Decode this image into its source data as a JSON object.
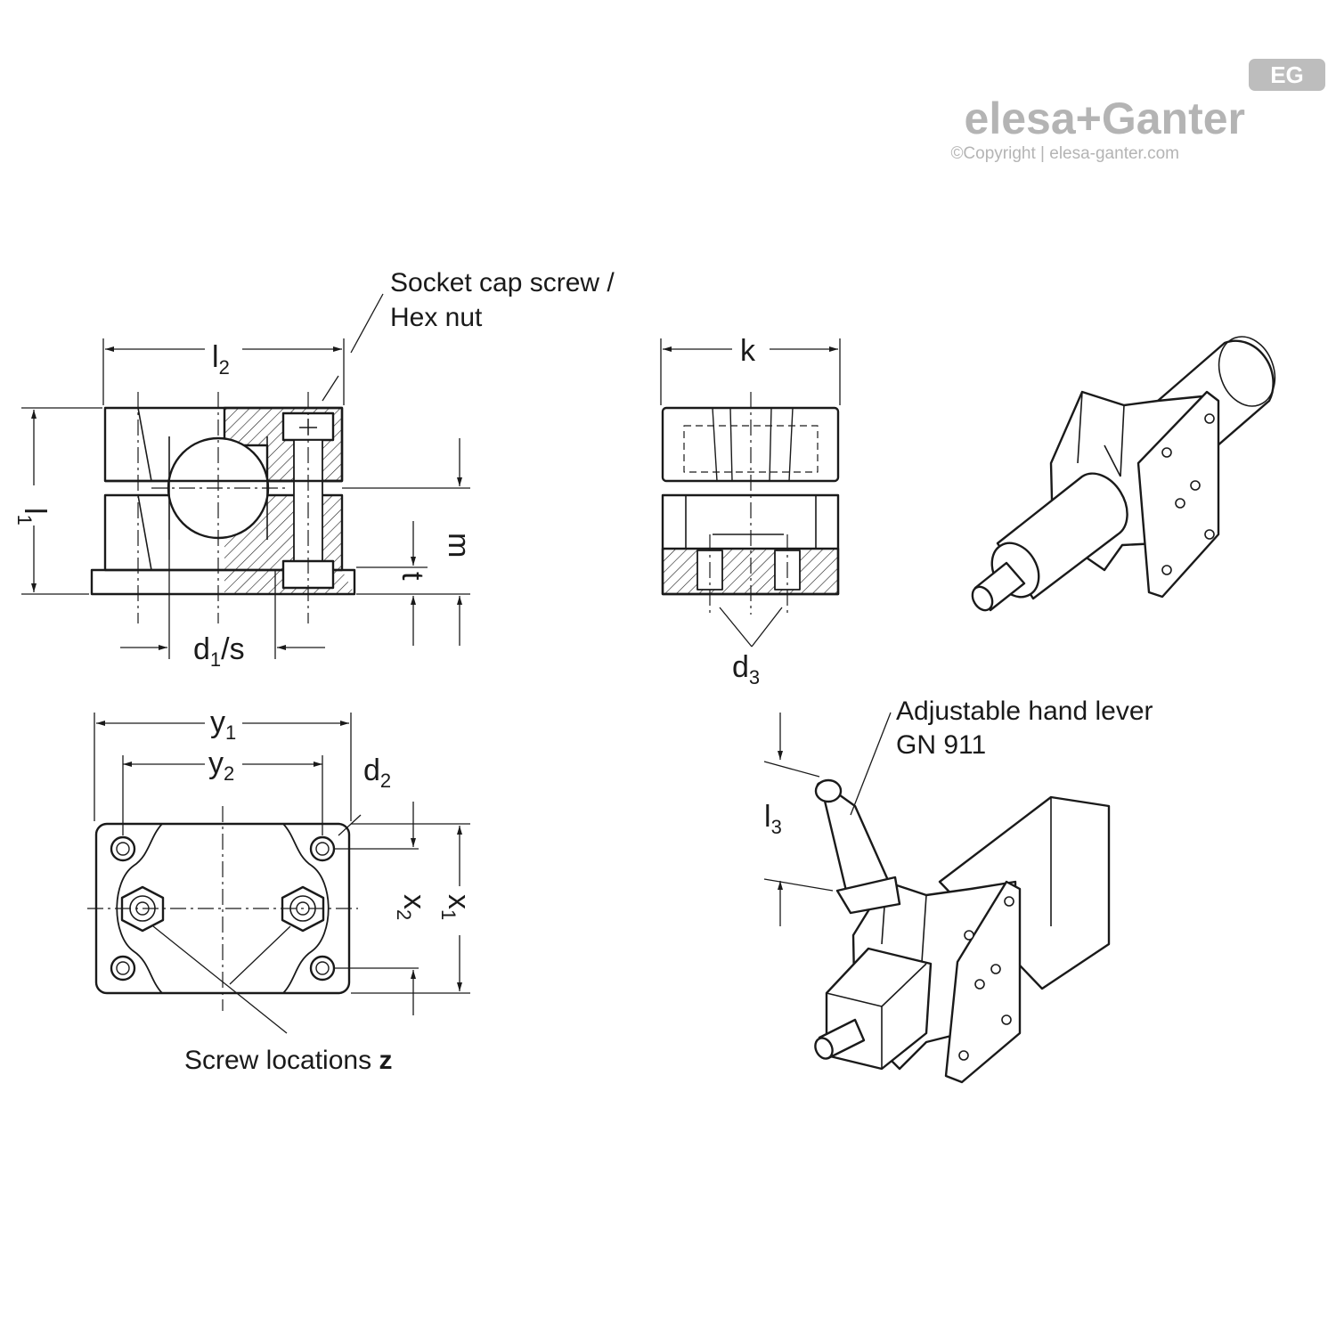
{
  "brand": {
    "name": "elesa+Ganter",
    "badge": "EG",
    "copyright": "©Copyright | elesa-ganter.com"
  },
  "callouts": {
    "screw": "Socket cap screw /",
    "screw_2": "Hex nut",
    "lever": "Adjustable hand lever",
    "lever_2": "GN 911",
    "screw_locations": "Screw locations",
    "screw_locations_var": "z"
  },
  "dimensions": {
    "l2": {
      "base": "l",
      "sub": "2"
    },
    "l1": {
      "base": "l",
      "sub": "1"
    },
    "m": {
      "base": "m",
      "sub": ""
    },
    "t": {
      "base": "t",
      "sub": ""
    },
    "d1s": {
      "base": "d",
      "sub": "1",
      "suffix": "/s"
    },
    "k": {
      "base": "k",
      "sub": ""
    },
    "d3": {
      "base": "d",
      "sub": "3"
    },
    "y1": {
      "base": "y",
      "sub": "1"
    },
    "y2": {
      "base": "y",
      "sub": "2"
    },
    "d2": {
      "base": "d",
      "sub": "2"
    },
    "x2": {
      "base": "x",
      "sub": "2"
    },
    "x1": {
      "base": "x",
      "sub": "1"
    },
    "l3": {
      "base": "l",
      "sub": "3"
    }
  },
  "colors": {
    "line": "#1a1a1a",
    "logo": "#b4b4b4",
    "fill": "#f2f2f2"
  }
}
